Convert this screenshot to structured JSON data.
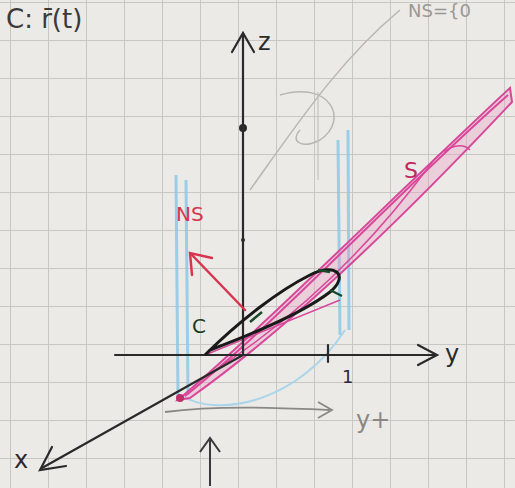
{
  "diagram": {
    "labels": [
      "C: r̄(t)",
      "NS={0",
      "z",
      "y",
      "x",
      "1",
      "NS",
      "C",
      "y+",
      "S"
    ]
  }
}
